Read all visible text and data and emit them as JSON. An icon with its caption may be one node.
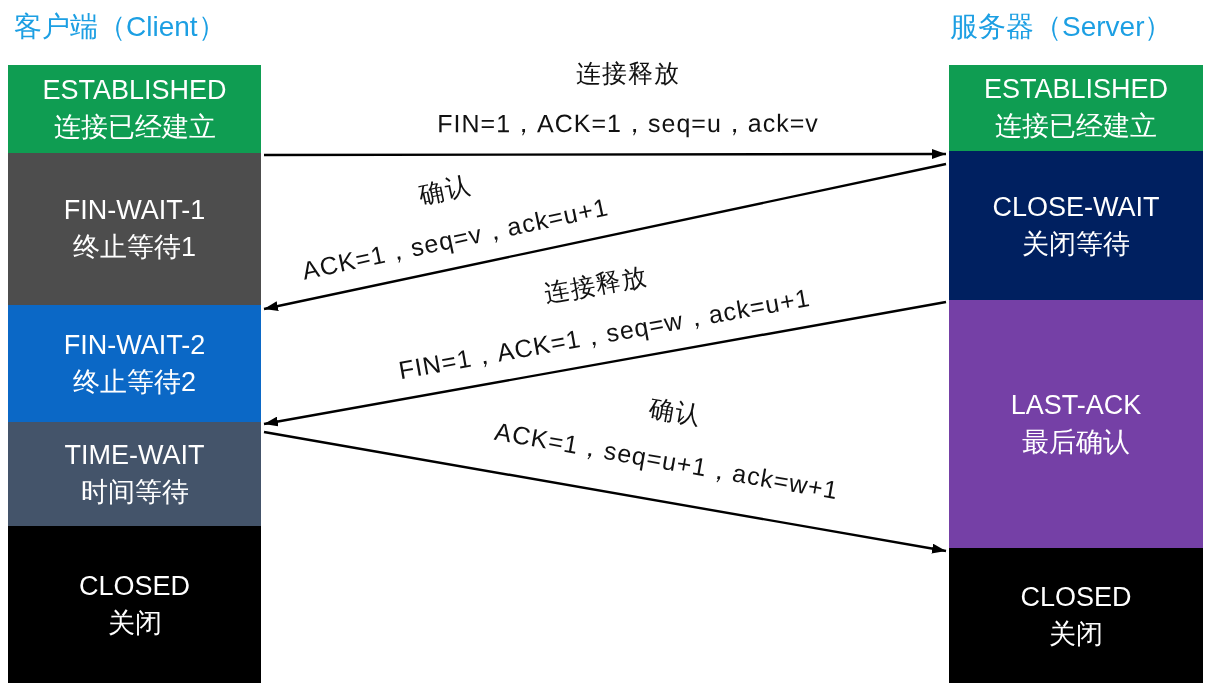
{
  "diagram": {
    "nodes": [
      {
        "text": [
          "ESTABLISHED",
          "连接已经建立"
        ]
      },
      {
        "text": [
          "FIN-WAIT-1",
          "终止等待1"
        ]
      },
      {
        "text": [
          "FIN-WAIT-2",
          "终止等待2"
        ]
      },
      {
        "text": [
          "TIME-WAIT",
          "时间等待"
        ]
      },
      {
        "text": [
          "CLOSED",
          "关闭"
        ]
      },
      {
        "text": [
          "ESTABLISHED",
          "连接已经建立"
        ]
      },
      {
        "text": [
          "CLOSE-WAIT",
          "关闭等待"
        ]
      },
      {
        "text": [
          "LAST-ACK",
          "最后确认"
        ]
      },
      {
        "text": [
          "CLOSED",
          "关闭"
        ]
      }
    ],
    "edges": [
      {
        "from": 1,
        "to": 6,
        "arrow": "to",
        "label": "连接释放 FIN=1，ACK=1，seq=u，ack=v"
      },
      {
        "from": 6,
        "to": 2,
        "arrow": "to",
        "label": "确认 ACK=1，seq=v，ack=u+1"
      },
      {
        "from": 7,
        "to": 3,
        "arrow": "to",
        "label": "连接释放 FIN=1，ACK=1，seq=w，ack=u+1"
      },
      {
        "from": 3,
        "to": 8,
        "arrow": "to",
        "label": "确认 ACK=1，seq=u+1，ack=w+1"
      }
    ],
    "labels": [
      "客户端（Client）",
      "服务器（Server）"
    ]
  }
}
